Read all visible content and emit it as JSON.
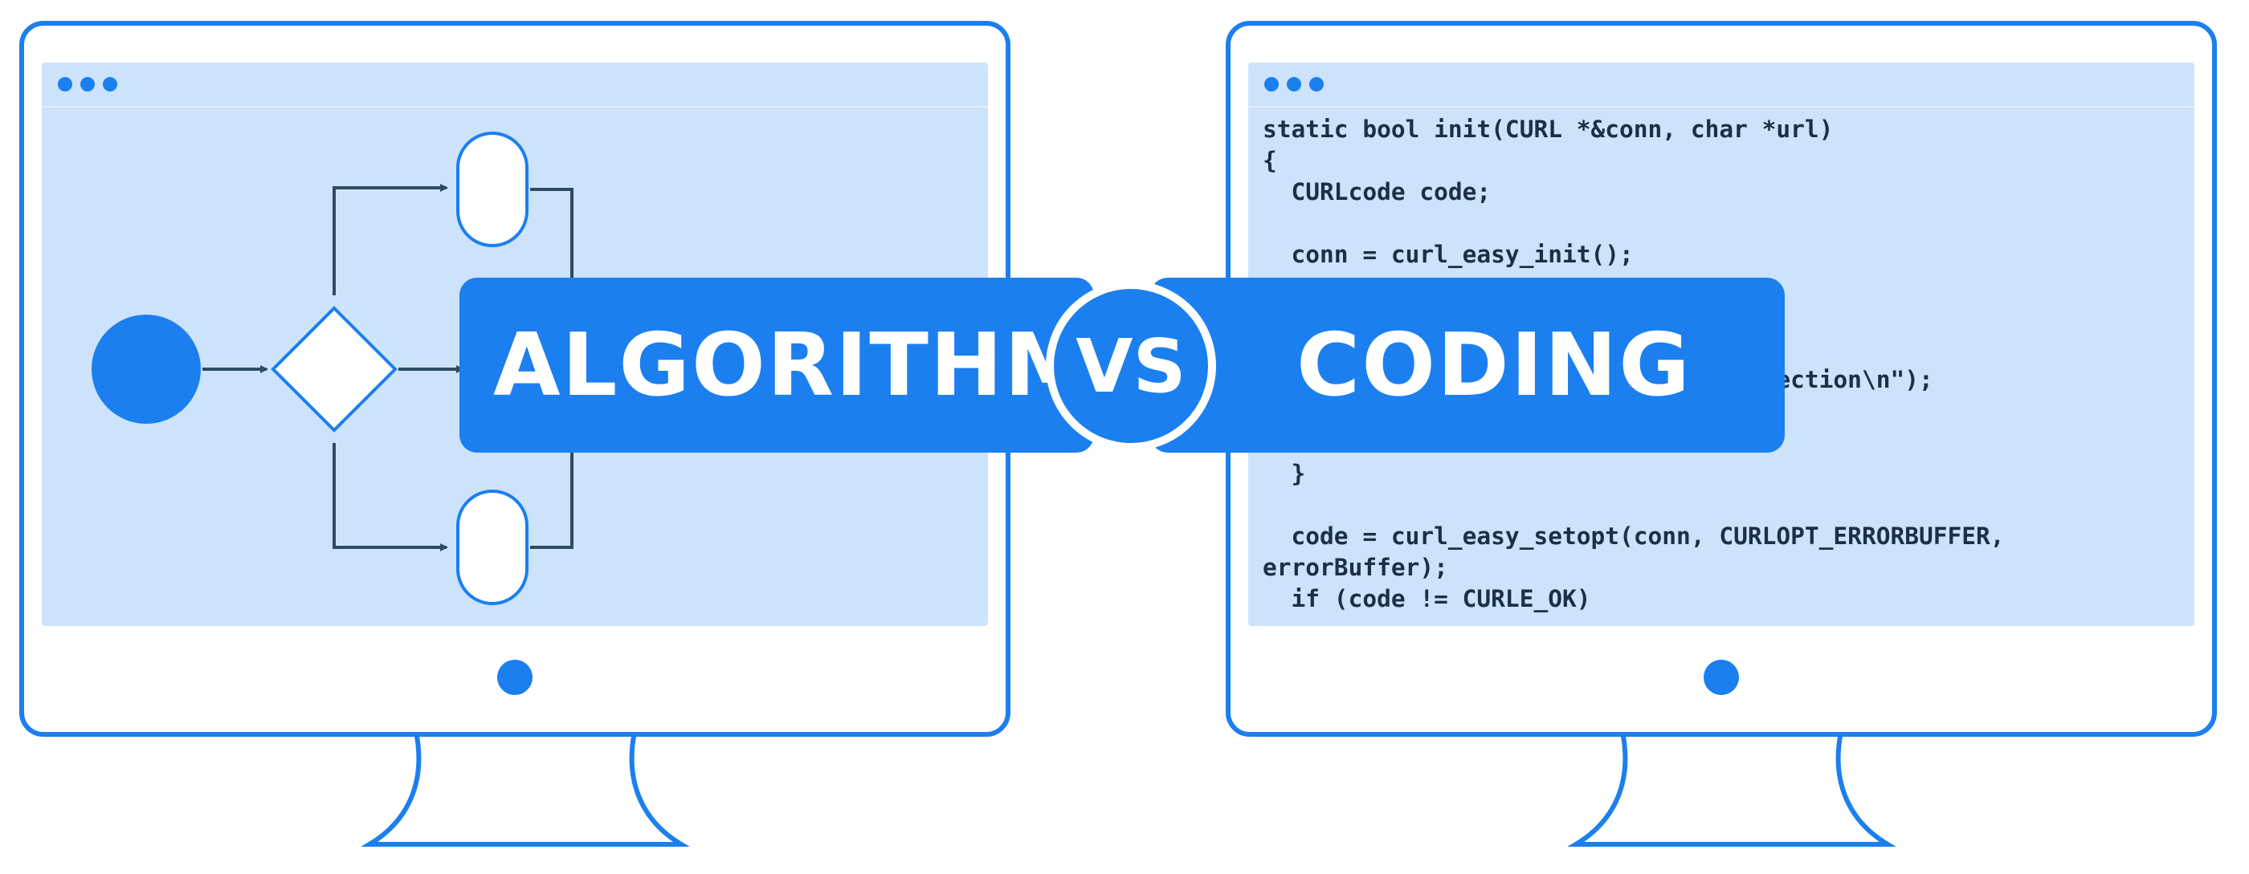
{
  "colors": {
    "accent": "#1b7ff0",
    "screen": "#cde3fb",
    "code_text": "#1d2f45",
    "arrow": "#2f4a63"
  },
  "banner": {
    "left_label": "ALGORITHM",
    "vs_label": "VS",
    "right_label": "CODING"
  },
  "code_lines": [
    "static bool init(CURL *&conn, char *url)",
    "{",
    "  CURLcode code;",
    "",
    "  conn = curl_easy_init();",
    "",
    "",
    "",
    "                      eate CURL connection\\n\");",
    "",
    "",
    "  }",
    "",
    "  code = curl_easy_setopt(conn, CURLOPT_ERRORBUFFER,",
    "errorBuffer);",
    "  if (code != CURLE_OK)"
  ]
}
